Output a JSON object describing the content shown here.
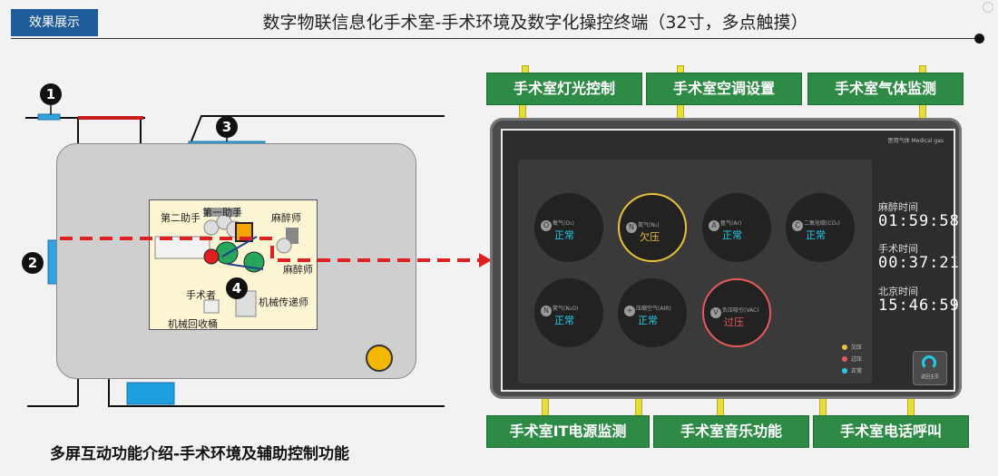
{
  "header": {
    "tag": "效果展示",
    "title": "数字物联信息化手术室-手术环境及数字化操控终端（32寸，多点触摸）"
  },
  "footer": "多屏互动功能介绍-手术环境及辅助控制功能",
  "callouts": [
    "1",
    "2",
    "3",
    "4"
  ],
  "floorplan_labels": [
    "第二助手",
    "第一助手",
    "麻醉师",
    "麻醉师",
    "手术者",
    "机械传递师",
    "机械回收桶"
  ],
  "top_labels": [
    "手术室灯光控制",
    "手术室空调设置",
    "手术室气体监测"
  ],
  "bottom_labels": [
    "手术室IT电源监测",
    "手术室音乐功能",
    "手术室电话呼叫"
  ],
  "screen": {
    "header": "医用气体 Medical gas",
    "gauges": [
      {
        "name": "氧气(O₂)",
        "status": "正常",
        "state": "normal",
        "icon": "O"
      },
      {
        "name": "氮气(N₂)",
        "status": "欠压",
        "state": "low",
        "icon": "N"
      },
      {
        "name": "氩气(Ar)",
        "status": "正常",
        "state": "normal",
        "icon": "A"
      },
      {
        "name": "二氧化碳(CO₂)",
        "status": "正常",
        "state": "normal",
        "icon": "C"
      },
      {
        "name": "笑气(N₂O)",
        "status": "正常",
        "state": "normal",
        "icon": "N"
      },
      {
        "name": "压缩空气(AIR)",
        "status": "正常",
        "state": "normal",
        "icon": "+"
      },
      {
        "name": "负压吸引(VAC)",
        "status": "过压",
        "state": "high",
        "icon": "V"
      }
    ],
    "times": [
      {
        "label": "麻醉时间",
        "value": "01:59:58"
      },
      {
        "label": "手术时间",
        "value": "00:37:21"
      },
      {
        "label": "北京时间",
        "value": "15:46:59"
      }
    ],
    "legend": [
      {
        "label": "欠压",
        "color": "#e8c33a"
      },
      {
        "label": "过压",
        "color": "#e85a5a"
      },
      {
        "label": "正常",
        "color": "#27c9e8"
      }
    ],
    "return_button": "返回主页"
  },
  "colors": {
    "accent_blue": "#1f5c99",
    "label_green": "#2e8b46",
    "alarm_red": "#e02020",
    "normal_cyan": "#27c9e8",
    "low_yellow": "#e8c33a",
    "high_red": "#e85a5a"
  }
}
